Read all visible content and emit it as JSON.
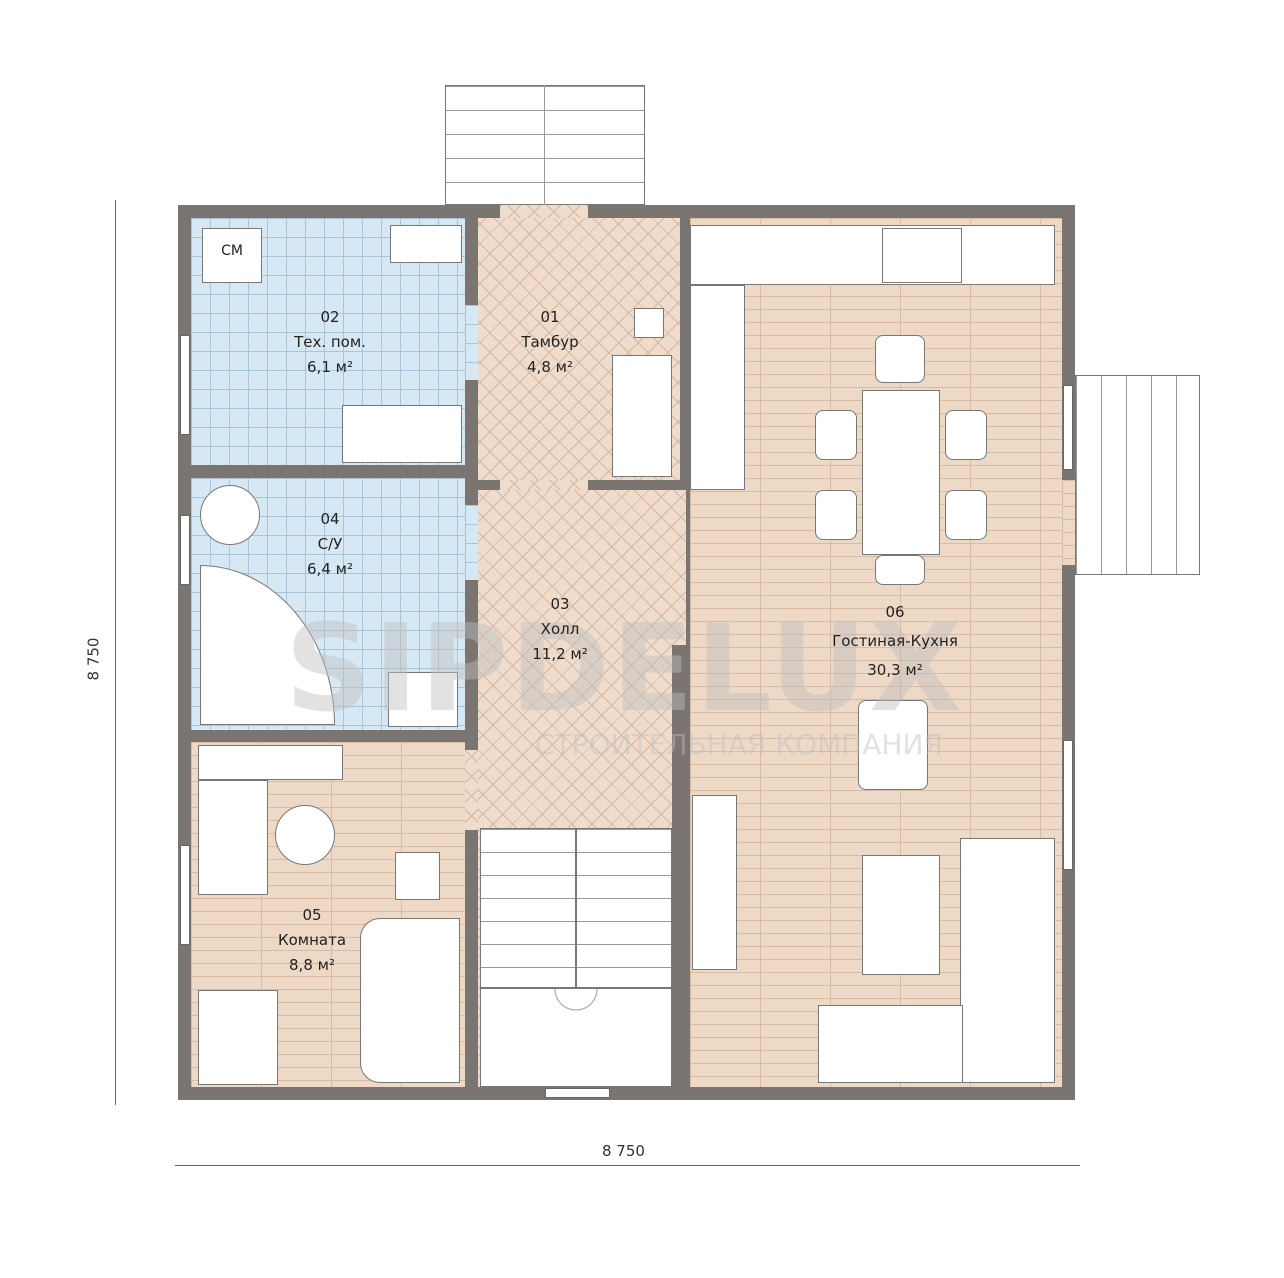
{
  "plan": {
    "rooms": [
      {
        "number": "01",
        "name": "Тамбур",
        "area": "4,8 м²"
      },
      {
        "number": "02",
        "name": "Тех. пом.",
        "area": "6,1 м²"
      },
      {
        "number": "03",
        "name": "Холл",
        "area": "11,2 м²"
      },
      {
        "number": "04",
        "name": "С/У",
        "area": "6,4 м²"
      },
      {
        "number": "05",
        "name": "Комната",
        "area": "8,8 м²"
      },
      {
        "number": "06",
        "name": "Гостиная-Кухня",
        "area": "30,3 м²"
      }
    ],
    "appliance_label": "СМ",
    "dimensions": {
      "width": "8 750",
      "height": "8 750"
    },
    "watermark": {
      "brand": "SIPDELUX",
      "tagline": "СТРОИТЕЛЬНАЯ КОМПАНИЯ"
    }
  }
}
